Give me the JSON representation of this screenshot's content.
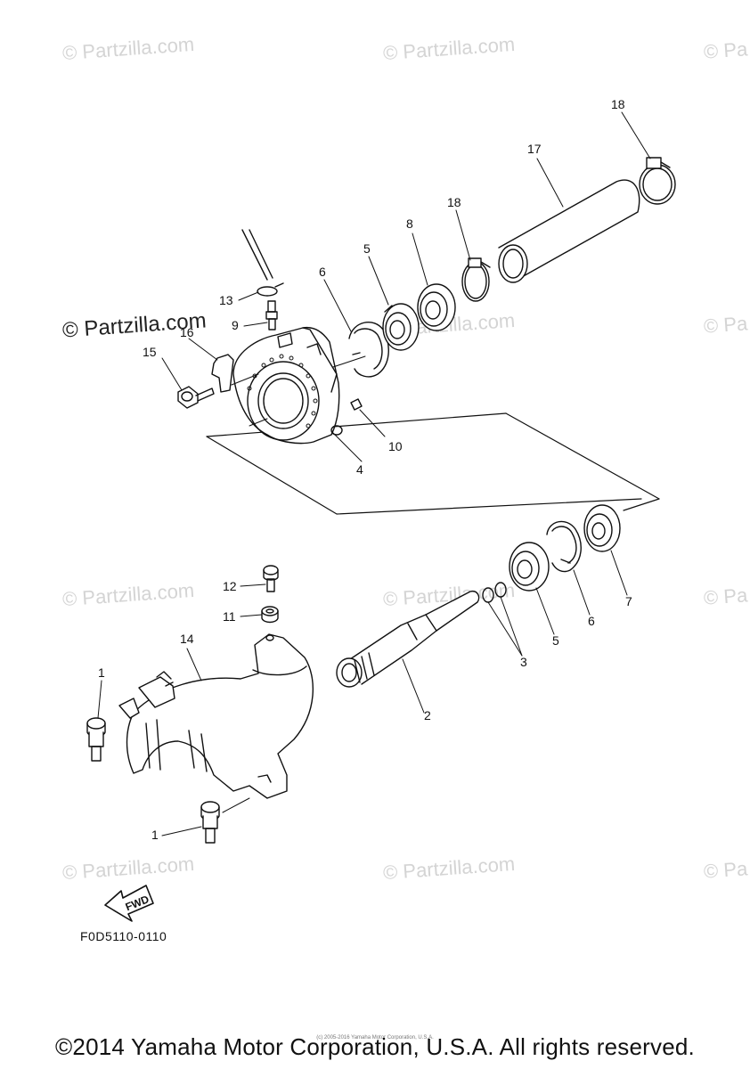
{
  "watermark": {
    "text": "© Partzilla.com",
    "dark_text": "© Partzilla.com",
    "partial_text": "© Pa"
  },
  "diagram": {
    "code": "F0D5110-0110",
    "fwd_label": "FWD",
    "callouts": {
      "c1_top": "1",
      "c1_bottom": "1",
      "c2": "2",
      "c3": "3",
      "c4": "4",
      "c5_top": "5",
      "c5_bottom": "5",
      "c6_top": "6",
      "c6_bottom": "6",
      "c7": "7",
      "c8": "8",
      "c9": "9",
      "c10": "10",
      "c11": "11",
      "c12": "12",
      "c13": "13",
      "c14": "14",
      "c15": "15",
      "c16": "16",
      "c17": "17",
      "c18_top": "18",
      "c18_mid": "18"
    }
  },
  "footer": {
    "copyright": "©2014 Yamaha Motor Corporation, U.S.A. All rights reserved.",
    "fine_print": "(c) 2005-2016 Yamaha Motor Corporation, U.S.A."
  }
}
